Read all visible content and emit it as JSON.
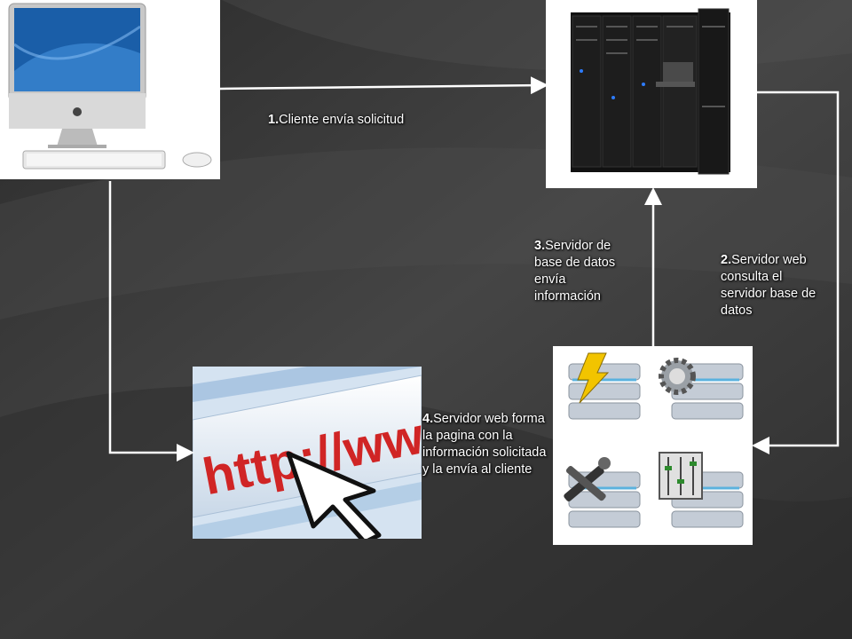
{
  "steps": [
    {
      "num": "1.",
      "text": "Cliente envía solicitud"
    },
    {
      "num": "2.",
      "text": "Servidor web consulta el servidor base de datos"
    },
    {
      "num": "3.",
      "text": "Servidor de base de datos envía información"
    },
    {
      "num": "4.",
      "text": "Servidor web forma la pagina con la información solicitada y la envía al cliente"
    }
  ],
  "images": {
    "client": "computer-icon",
    "web_server": "server-rack-icon",
    "database": "database-server-icon",
    "web_page": "http-browser-icon"
  },
  "url_text": "http://ww",
  "colors": {
    "background": "#3d3d3d",
    "arrow": "#ffffff",
    "url": "#d02525"
  }
}
